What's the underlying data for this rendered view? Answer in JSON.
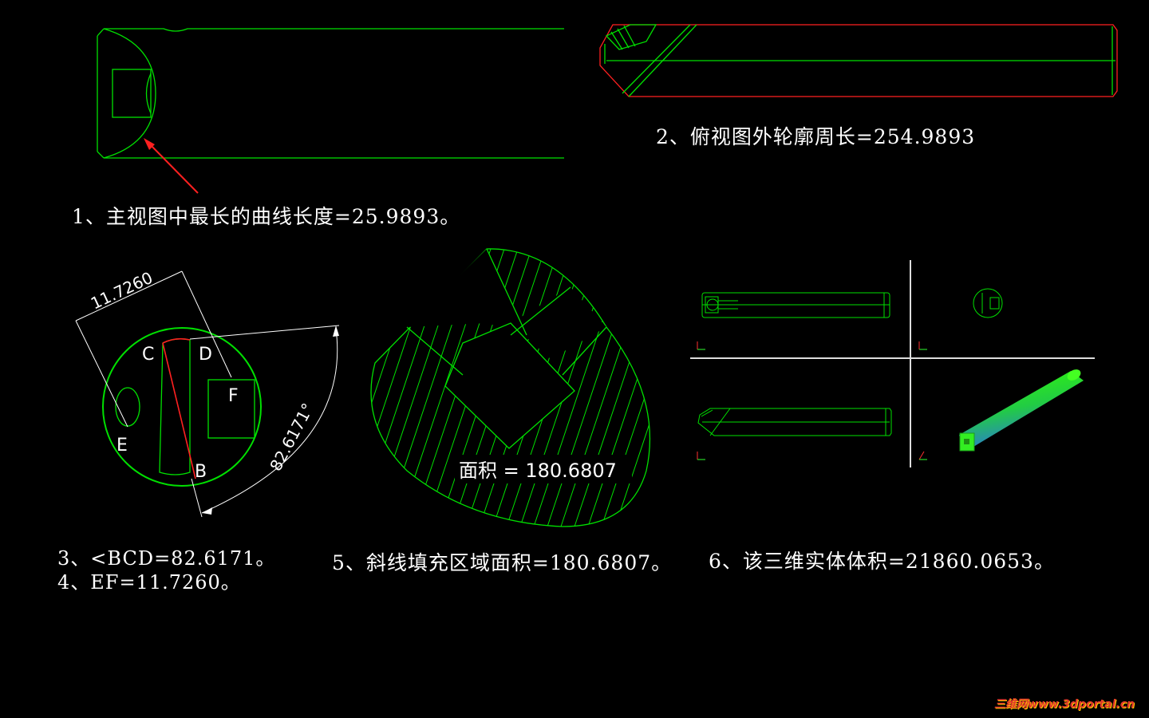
{
  "notes": {
    "n1": "1、主视图中最长的曲线长度=25.9893。",
    "n2": "2、俯视图外轮廓周长=254.9893",
    "n3": "3、<BCD=82.6171。",
    "n4": "4、EF=11.7260。",
    "n5": "5、斜线填充区域面积=180.6807。",
    "n6": "6、该三维实体体积=21860.0653。"
  },
  "circle_view": {
    "dim_length": "11.7260",
    "dim_angle": "82.6171°",
    "point_c": "C",
    "point_d": "D",
    "point_e": "E",
    "point_f": "F",
    "point_b": "B"
  },
  "hatch_view": {
    "area_label": "面积 = 180.6807"
  },
  "colors": {
    "background": "#000000",
    "geometry": "#00e000",
    "highlight": "#ff2020",
    "text": "#ffffff",
    "solid_top": "#33ff00",
    "solid_bottom": "#2a78d8"
  },
  "watermark": "三维网www.3dportal.cn"
}
